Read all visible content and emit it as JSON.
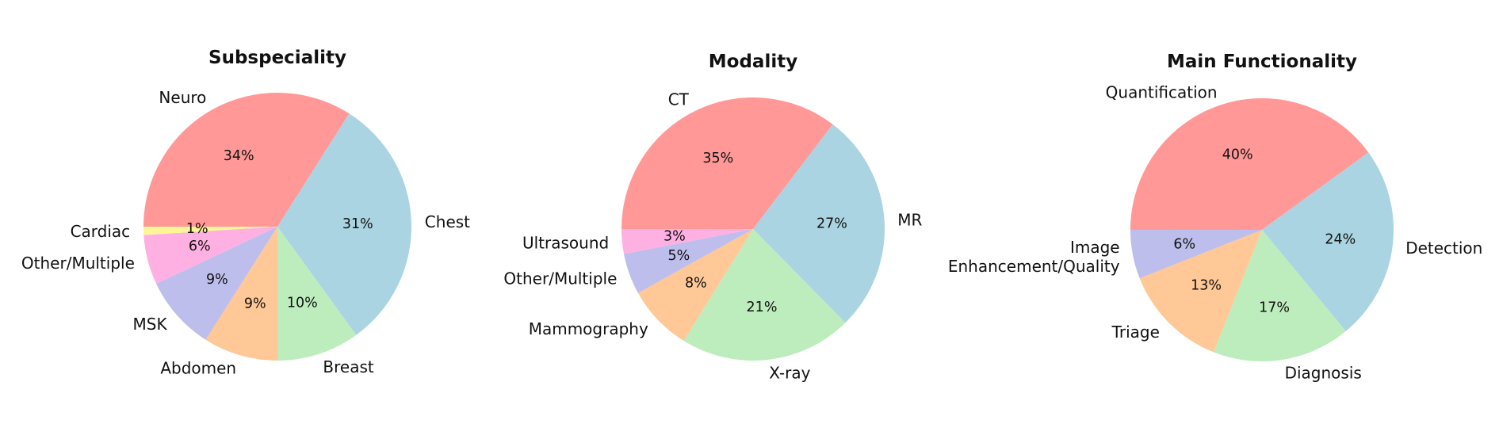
{
  "chart_data": [
    {
      "type": "pie",
      "title": "Subspeciality",
      "categories": [
        "Neuro",
        "Chest",
        "Breast",
        "Abdomen",
        "MSK",
        "Other/Multiple",
        "Cardiac"
      ],
      "values": [
        34,
        31,
        10,
        9,
        9,
        6,
        1
      ],
      "value_labels": [
        "34%",
        "31%",
        "10%",
        "9%",
        "9%",
        "6%",
        "1%"
      ],
      "colors": [
        "#ff9896",
        "#aad4e2",
        "#bdedbd",
        "#ffc896",
        "#bdbeec",
        "#ffb0e2",
        "#fdf696"
      ],
      "start_angle_deg": 180,
      "direction": "clockwise"
    },
    {
      "type": "pie",
      "title": "Modality",
      "categories": [
        "CT",
        "MR",
        "X-ray",
        "Mammography",
        "Other/Multiple",
        "Ultrasound"
      ],
      "values": [
        35,
        27,
        21,
        8,
        5,
        3
      ],
      "value_labels": [
        "35%",
        "27%",
        "21%",
        "8%",
        "5%",
        "3%"
      ],
      "colors": [
        "#ff9896",
        "#aad4e2",
        "#bdedbd",
        "#ffc896",
        "#bdbeec",
        "#ffb0e2"
      ],
      "start_angle_deg": 180,
      "direction": "clockwise"
    },
    {
      "type": "pie",
      "title": "Main Functionality",
      "categories": [
        "Quantification",
        "Detection",
        "Diagnosis",
        "Triage",
        "Image\nEnhancement/Quality"
      ],
      "values": [
        40,
        24,
        17,
        13,
        6
      ],
      "value_labels": [
        "40%",
        "24%",
        "17%",
        "13%",
        "6%"
      ],
      "colors": [
        "#ff9896",
        "#aad4e2",
        "#bdedbd",
        "#ffc896",
        "#bdbeec"
      ],
      "start_angle_deg": 180,
      "direction": "clockwise"
    }
  ]
}
